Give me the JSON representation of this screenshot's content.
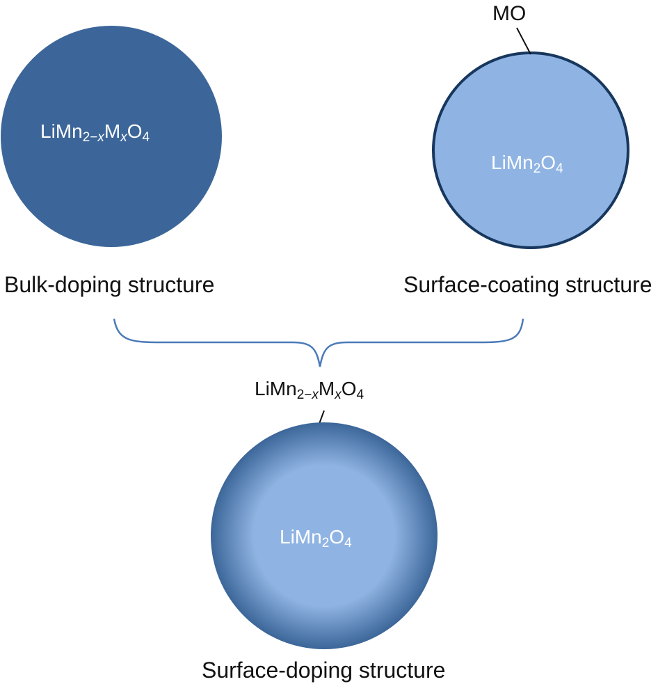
{
  "colors": {
    "bulk_fill": "#3c6699",
    "coating_fill": "#8fb4e3",
    "coating_outline": "#17375e",
    "doping_center": "#8fb4e3",
    "doping_edge": "#3c6699",
    "brace": "#4a7ab8",
    "leader": "#111111"
  },
  "bulk": {
    "formula": {
      "base": "LiMn",
      "sub1": "2−",
      "sub1_var": "x",
      "mid": "M",
      "var": "x",
      "mid2": "O",
      "sub2": "4"
    },
    "caption": "Bulk-doping structure"
  },
  "coating": {
    "shell_label": "MO",
    "formula": {
      "base": "LiMn",
      "sub1": "2",
      "mid": "O",
      "sub2": "4"
    },
    "caption": "Surface-coating structure"
  },
  "surface_doping": {
    "shell_formula": {
      "base": "LiMn",
      "sub1": "2−",
      "sub1_var": "x",
      "mid": "M",
      "var": "x",
      "mid2": "O",
      "sub2": "4"
    },
    "core_formula": {
      "base": "LiMn",
      "sub1": "2",
      "mid": "O",
      "sub2": "4"
    },
    "caption": "Surface-doping structure"
  }
}
